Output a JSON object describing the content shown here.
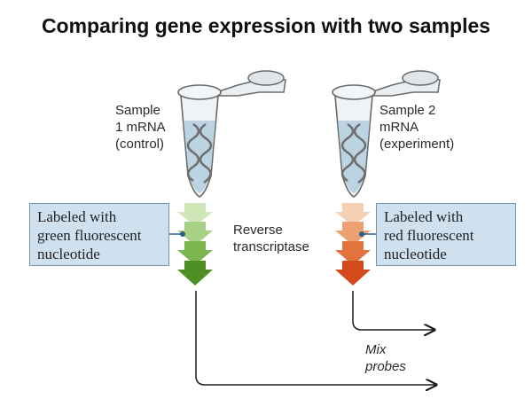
{
  "title": "Comparing gene expression with two samples",
  "samples": [
    {
      "lines": [
        "Sample",
        "1 mRNA",
        "(control)"
      ]
    },
    {
      "lines": [
        "Sample 2",
        "mRNA",
        "(experiment)"
      ]
    }
  ],
  "labels": {
    "green": [
      "Labeled with",
      "green fluorescent",
      "nucleotide"
    ],
    "red": [
      "Labeled with",
      "red fluorescent",
      "nucleotide"
    ]
  },
  "enzyme": [
    "Reverse",
    "transcriptase"
  ],
  "mix": [
    "Mix",
    "probes"
  ],
  "colors": {
    "tube_fill": "#eef3f6",
    "tube_stroke": "#6a6a6a",
    "liquid": "#bcd4e2",
    "green_dark": "#4f8e22",
    "green_light": "#cfe6b6",
    "red_dark": "#d44a1c",
    "red_light": "#f5d0b4",
    "label_box": "#cfe0ee",
    "connector": "#2c5e8a",
    "dna": "#6d6d6d"
  }
}
